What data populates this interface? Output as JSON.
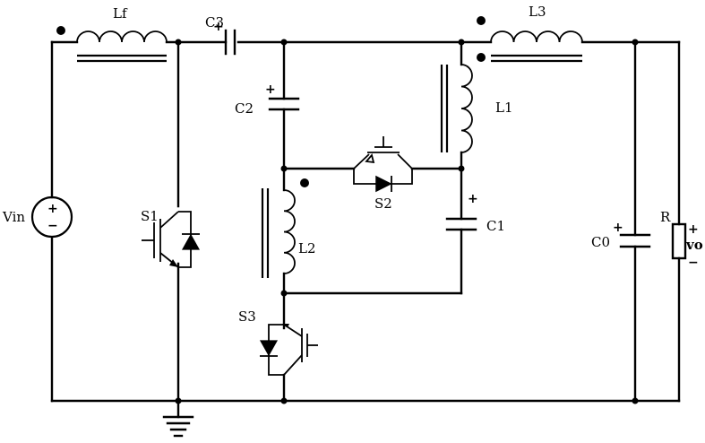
{
  "diagram": {
    "labels": {
      "lf": "Lf",
      "c3": "C3",
      "l3": "L3",
      "c2": "C2",
      "l1": "L1",
      "s2": "S2",
      "c1": "C1",
      "l2": "L2",
      "s1": "S1",
      "s3": "S3",
      "vin": "Vin",
      "c0": "C0",
      "r": "R",
      "vo": "vo"
    },
    "signs": {
      "plus": "+",
      "minus": "−"
    }
  }
}
